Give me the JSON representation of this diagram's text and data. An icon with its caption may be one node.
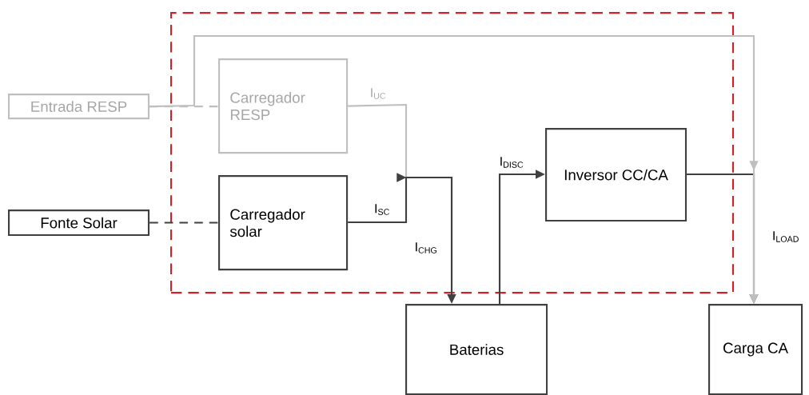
{
  "diagram": {
    "nodes": [
      {
        "text": [],
        "shape": "box"
      },
      {
        "text": [
          "Entrada RESP"
        ]
      },
      {
        "text": [
          "Carregador RESP"
        ],
        "in": 0
      },
      {
        "text": [
          "Fonte Solar"
        ]
      },
      {
        "text": [
          "Carregador solar"
        ],
        "in": 0
      },
      {
        "text": [
          "Baterias"
        ]
      },
      {
        "text": [
          "Inversor CC/CA"
        ],
        "in": 0
      },
      {
        "text": [
          "Carga CA"
        ]
      }
    ],
    "edges": [
      {
        "from": 1,
        "to": 2,
        "arrow": "none",
        "style": "dashed",
        "color": "#bfbfbf"
      },
      {
        "from": 3,
        "to": 4,
        "arrow": "none",
        "style": "dashed",
        "color": "#404040"
      },
      {
        "from": 2,
        "to": 5,
        "arrow": "to",
        "label": "I$_{UC}$",
        "color": "#bfbfbf"
      },
      {
        "from": 4,
        "to": 5,
        "arrow": "to",
        "label": "I$_{SC}$",
        "color": "#404040"
      },
      {
        "from": 5,
        "to": 6,
        "arrow": "to",
        "label": "I$_{DISC}$",
        "color": "#404040"
      },
      {
        "from": 6,
        "to": 7,
        "arrow": "to",
        "label": "I$_{LOAD}$",
        "color": "#404040"
      },
      {
        "from": 1,
        "to": 7,
        "arrow": "to",
        "color": "#bfbfbf"
      }
    ],
    "labels": [
      "I$_{CHG}$"
    ]
  }
}
